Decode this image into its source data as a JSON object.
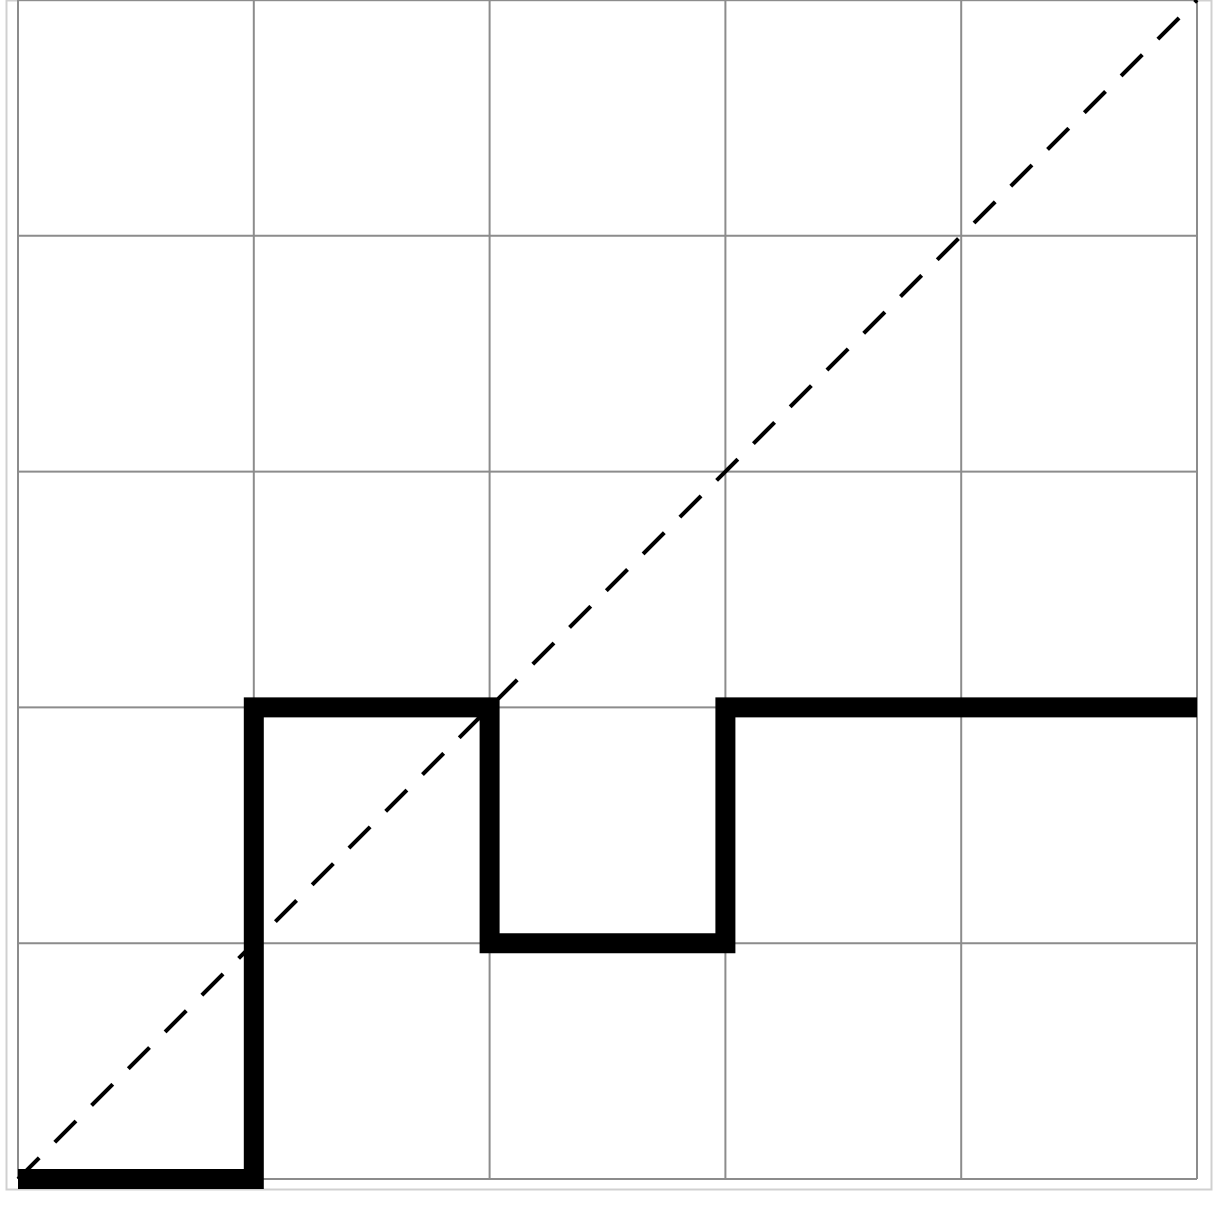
{
  "chart_data": {
    "type": "line",
    "title": "",
    "xlabel": "",
    "ylabel": "",
    "xlim": [
      0,
      5
    ],
    "ylim": [
      0,
      5
    ],
    "grid": true,
    "legend": "none",
    "series": [
      {
        "style": "step",
        "color": "#000000",
        "points": [
          [
            0,
            0
          ],
          [
            1,
            0
          ],
          [
            1,
            2
          ],
          [
            2,
            2
          ],
          [
            2,
            1
          ],
          [
            3,
            1
          ],
          [
            3,
            2
          ],
          [
            5,
            2
          ]
        ]
      },
      {
        "style": "dashed",
        "color": "#000000",
        "points": [
          [
            0,
            0
          ],
          [
            5,
            5
          ]
        ]
      }
    ],
    "colors": {
      "grid": "#8c8c8c",
      "border": "#d0d0d0",
      "background": "#ffffff"
    }
  }
}
